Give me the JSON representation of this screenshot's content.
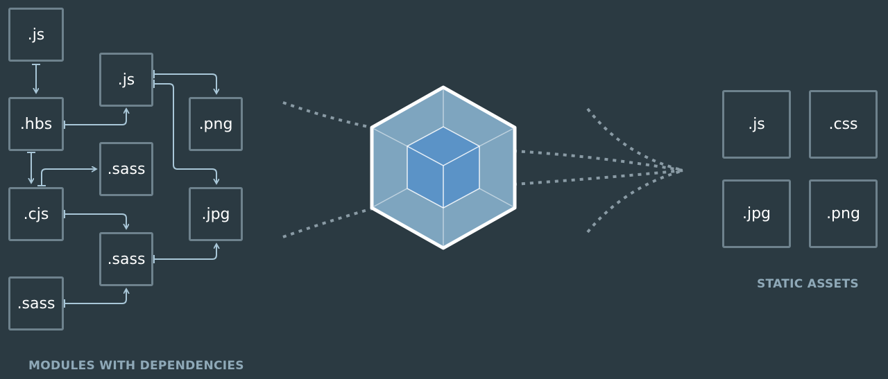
{
  "modules": {
    "label": "MODULES WITH DEPENDENCIES",
    "items": [
      ".js",
      ".js",
      ".hbs",
      ".png",
      ".sass",
      ".cjs",
      ".jpg",
      ".sass",
      ".sass"
    ]
  },
  "assets": {
    "label": "STATIC ASSETS",
    "items": [
      ".js",
      ".css",
      ".jpg",
      ".png"
    ]
  },
  "colors": {
    "background": "#2b3a42",
    "box_border": "#6e828d",
    "arrow": "#a9c7d8",
    "dots": "#8a9ba5",
    "cube_outer": "#8ab4d0",
    "cube_inner": "#5b93c7",
    "label": "#8fa9b8"
  }
}
